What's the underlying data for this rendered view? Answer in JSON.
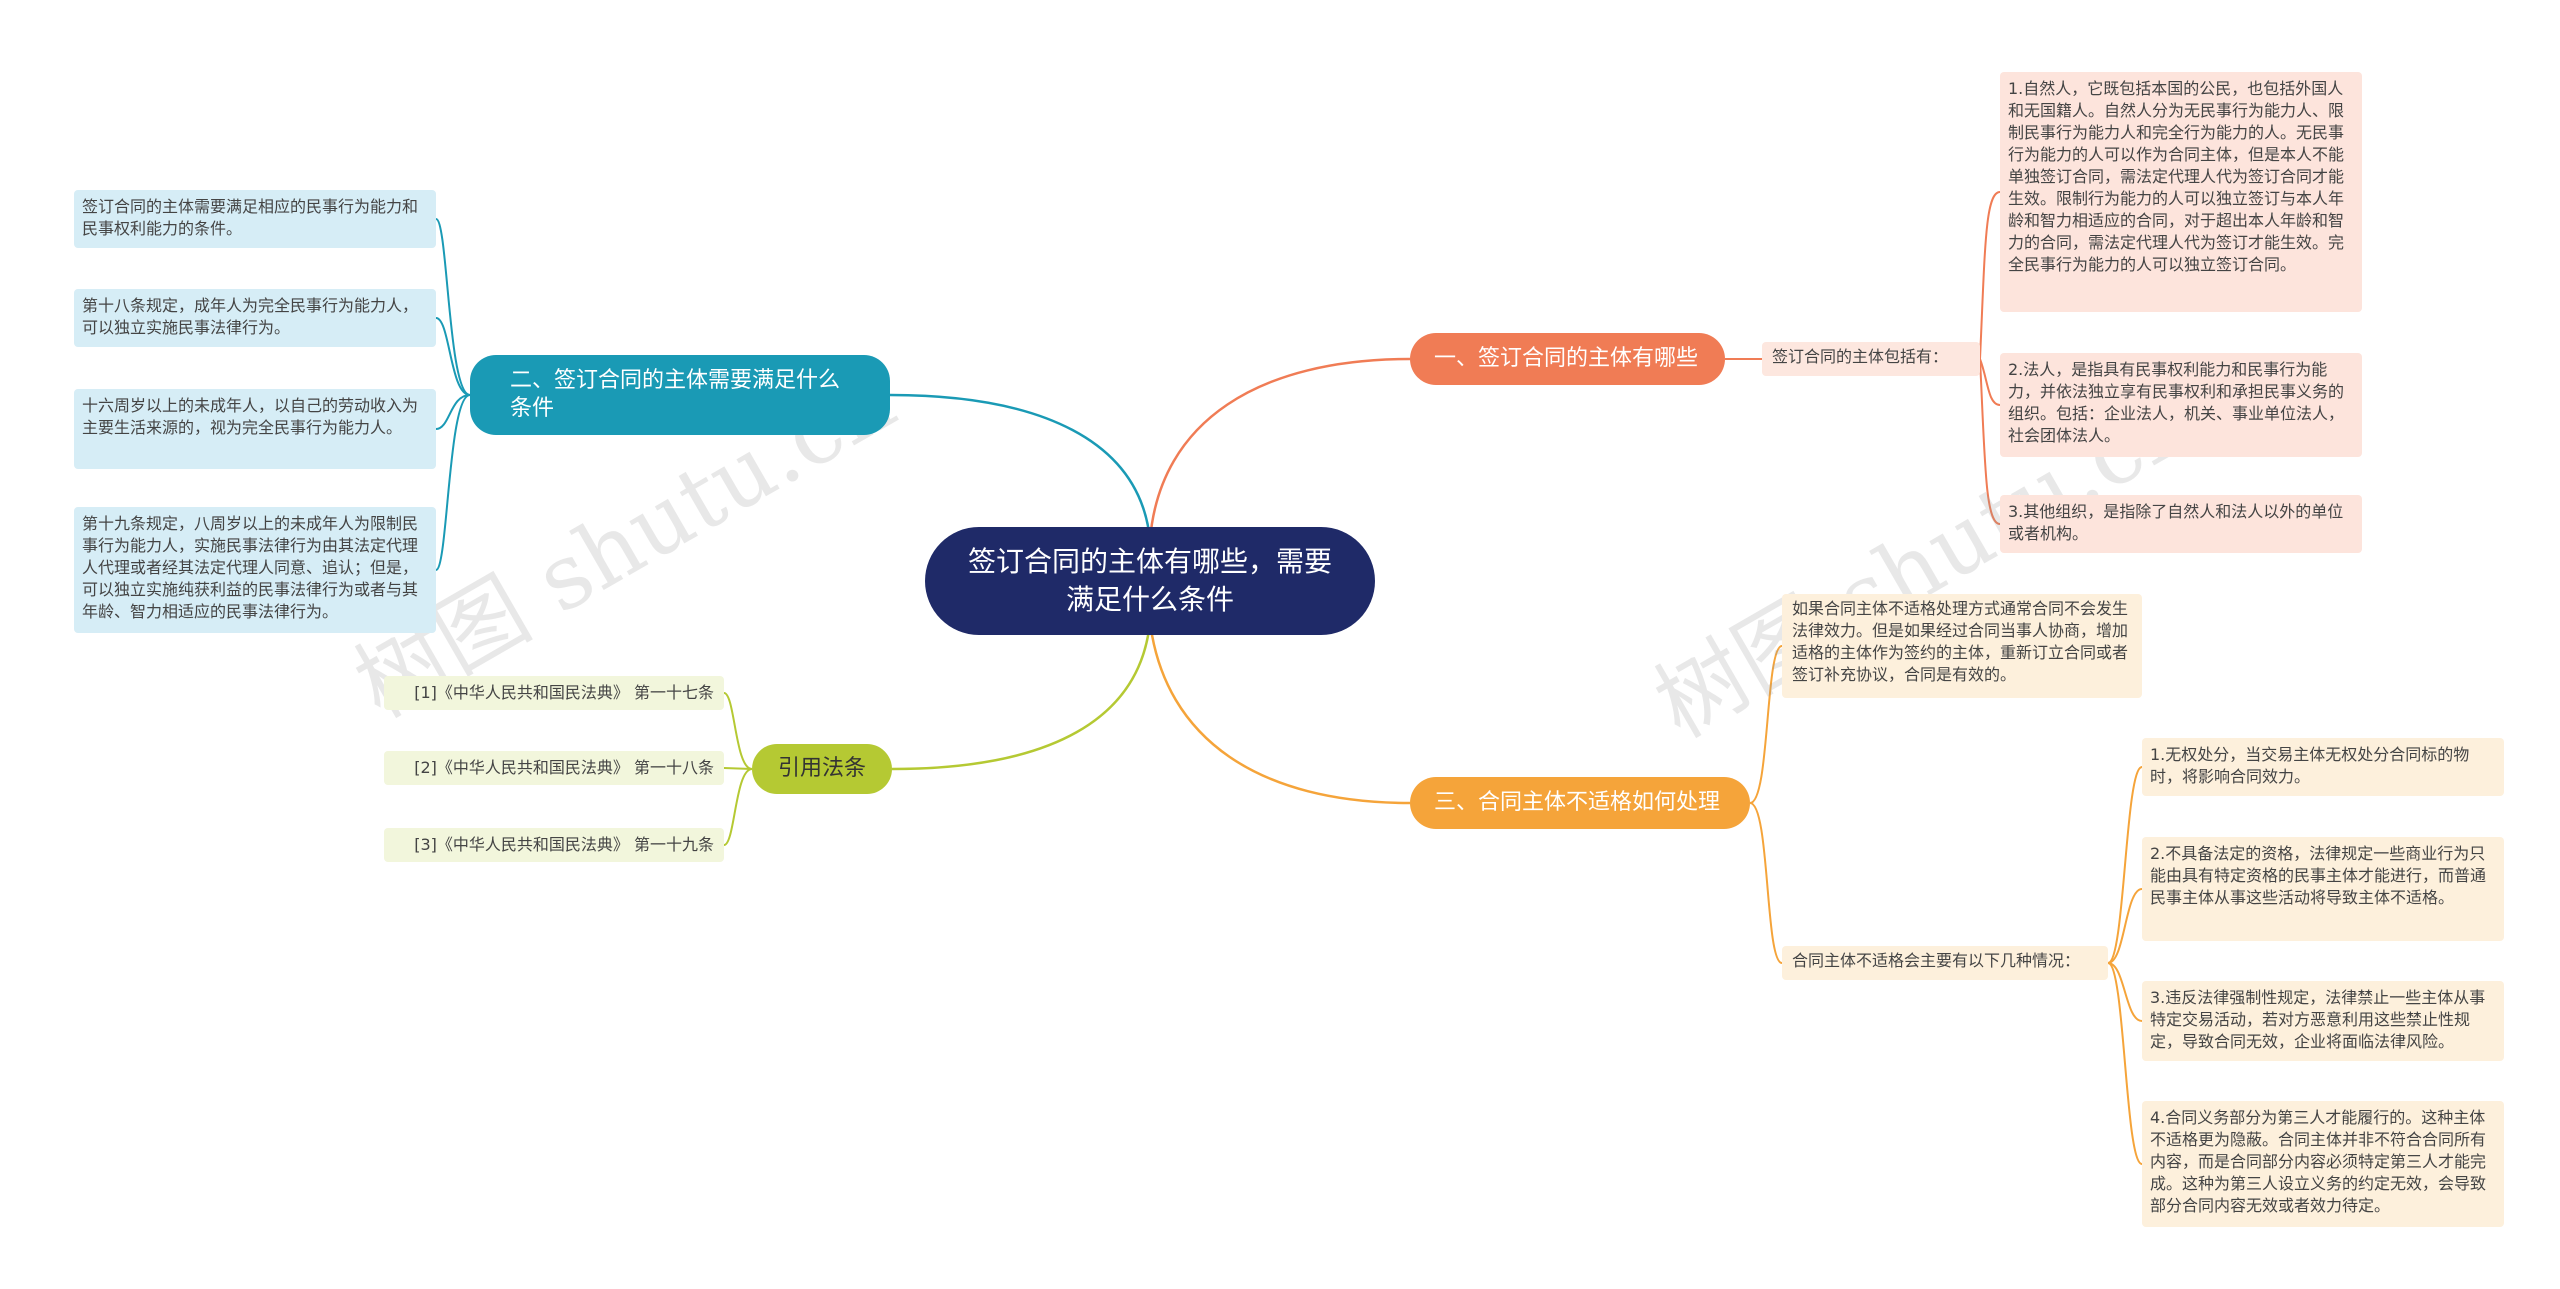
{
  "root": {
    "title": "签订合同的主体有哪些，需要满足什么条件"
  },
  "branches": {
    "b1": {
      "title": "一、签订合同的主体有哪些",
      "sub": "签订合同的主体包括有：",
      "leaves": [
        "1.自然人，它既包括本国的公民，也包括外国人和无国籍人。自然人分为无民事行为能力人、限制民事行为能力人和完全行为能力的人。无民事行为能力的人可以作为合同主体，但是本人不能单独签订合同，需法定代理人代为签订合同才能生效。限制行为能力的人可以独立签订与本人年龄和智力相适应的合同，对于超出本人年龄和智力的合同，需法定代理人代为签订才能生效。完全民事行为能力的人可以独立签订合同。",
        "2.法人，是指具有民事权利能力和民事行为能力，并依法独立享有民事权利和承担民事义务的组织。包括：企业法人，机关、事业单位法人，社会团体法人。",
        "3.其他组织，是指除了自然人和法人以外的单位或者机构。"
      ]
    },
    "b2": {
      "title": "二、签订合同的主体需要满足什么条件",
      "leaves": [
        "签订合同的主体需要满足相应的民事行为能力和民事权利能力的条件。",
        "第十八条规定，成年人为完全民事行为能力人，可以独立实施民事法律行为。",
        "十六周岁以上的未成年人，以自己的劳动收入为主要生活来源的，视为完全民事行为能力人。",
        "第十九条规定，八周岁以上的未成年人为限制民事行为能力人，实施民事法律行为由其法定代理人代理或者经其法定代理人同意、追认；但是，可以独立实施纯获利益的民事法律行为或者与其年龄、智力相适应的民事法律行为。"
      ]
    },
    "b3": {
      "title": "三、合同主体不适格如何处理",
      "sub_a": "如果合同主体不适格处理方式通常合同不会发生法律效力。但是如果经过合同当事人协商，增加适格的主体作为签约的主体，重新订立合同或者签订补充协议，合同是有效的。",
      "sub_b": "合同主体不适格会主要有以下几种情况：",
      "leaves": [
        "1.无权处分，当交易主体无权处分合同标的物时，将影响合同效力。",
        "2.不具备法定的资格，法律规定一些商业行为只能由具有特定资格的民事主体才能进行，而普通民事主体从事这些活动将导致主体不适格。",
        "3.违反法律强制性规定，法律禁止一些主体从事特定交易活动，若对方恶意利用这些禁止性规定，导致合同无效，企业将面临法律风险。",
        "4.合同义务部分为第三人才能履行的。这种主体不适格更为隐蔽。合同主体并非不符合合同所有内容，而是合同部分内容必须特定第三人才能完成。这种为第三人设立义务的约定无效，会导致部分合同内容无效或者效力待定。"
      ]
    },
    "b4": {
      "title": "引用法条",
      "leaves": [
        "[1]《中华人民共和国民法典》 第一十七条",
        "[2]《中华人民共和国民法典》 第一十八条",
        "[3]《中华人民共和国民法典》 第一十九条"
      ]
    }
  },
  "watermark": "树图 shutu.cn",
  "colors": {
    "root": "#1f2a68",
    "branch1": "#f07c55",
    "branch2": "#1a9ab5",
    "branch3": "#f5a43a",
    "branch4": "#b5c933"
  }
}
